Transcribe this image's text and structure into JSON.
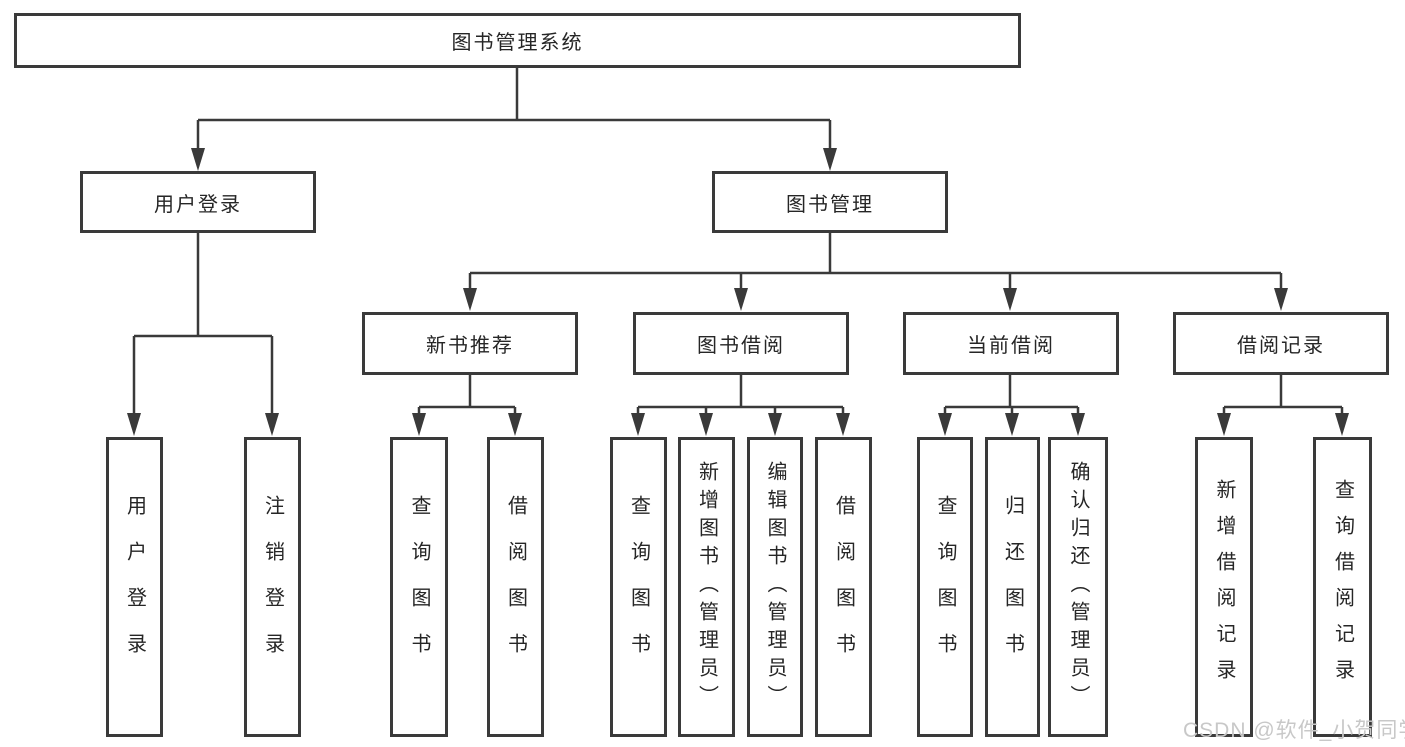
{
  "diagram_title": "图书管理系统",
  "colors": {
    "line": "#3a3a3a",
    "text": "#262626",
    "box_bg": "#ffffff",
    "watermark": "#c8c8c8"
  },
  "root": {
    "label": "图书管理系统"
  },
  "branches": [
    {
      "label": "用户登录",
      "children": [
        {
          "label": "用户登录"
        },
        {
          "label": "注销登录"
        }
      ]
    },
    {
      "label": "图书管理",
      "sections": [
        {
          "label": "新书推荐",
          "children": [
            {
              "label": "查询图书"
            },
            {
              "label": "借阅图书"
            }
          ]
        },
        {
          "label": "图书借阅",
          "children": [
            {
              "label": "查询图书"
            },
            {
              "label": "新增图书（管理员）"
            },
            {
              "label": "编辑图书（管理员）"
            },
            {
              "label": "借阅图书"
            }
          ]
        },
        {
          "label": "当前借阅",
          "children": [
            {
              "label": "查询图书"
            },
            {
              "label": "归还图书"
            },
            {
              "label": "确认归还（管理员）"
            }
          ]
        },
        {
          "label": "借阅记录",
          "children": [
            {
              "label": "新增借阅记录"
            },
            {
              "label": "查询借阅记录"
            }
          ]
        }
      ]
    }
  ],
  "watermark": {
    "text": "CSDN @软件_小贺同学"
  }
}
